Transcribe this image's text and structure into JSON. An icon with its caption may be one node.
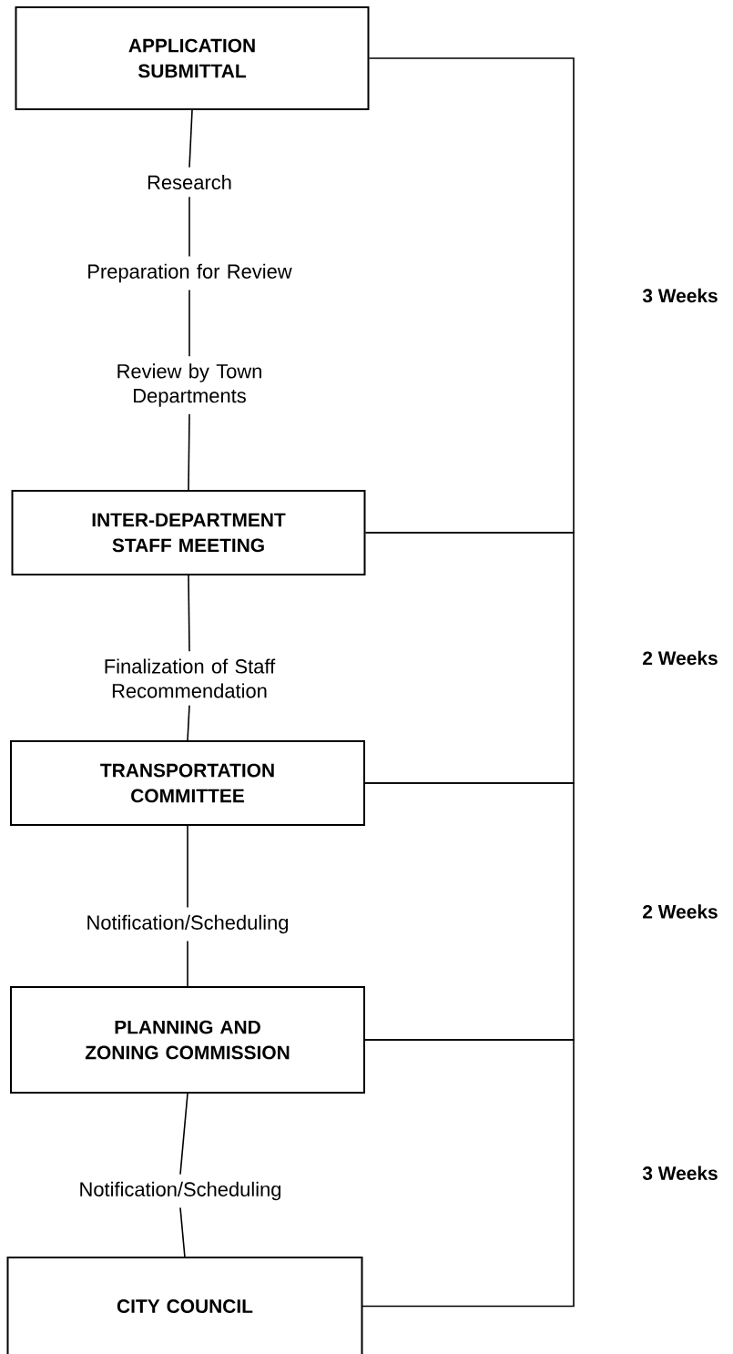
{
  "diagram": {
    "nodes": [
      {
        "text": [
          "APPLICATION SUBMITTAL"
        ]
      },
      {
        "text": [
          "Research"
        ]
      },
      {
        "text": [
          "Preparation for Review"
        ]
      },
      {
        "text": [
          "Review by Town Departments"
        ]
      },
      {
        "text": [
          "INTER-DEPARTMENT STAFF MEETING"
        ]
      },
      {
        "text": [
          "Finalization of Staff Recommendation"
        ]
      },
      {
        "text": [
          "TRANSPORTATION COMMITTEE"
        ]
      },
      {
        "text": [
          "Notification/Scheduling"
        ]
      },
      {
        "text": [
          "PLANNING AND ZONING COMMISSION"
        ]
      },
      {
        "text": [
          "Notification/Scheduling"
        ]
      },
      {
        "text": [
          "CITY COUNCIL"
        ]
      }
    ],
    "edges": [
      {
        "from": 0,
        "to": 1,
        "arrow": "none"
      },
      {
        "from": 1,
        "to": 2,
        "arrow": "none"
      },
      {
        "from": 2,
        "to": 3,
        "arrow": "none"
      },
      {
        "from": 3,
        "to": 4,
        "arrow": "none"
      },
      {
        "from": 4,
        "to": 5,
        "arrow": "none"
      },
      {
        "from": 5,
        "to": 6,
        "arrow": "none"
      },
      {
        "from": 6,
        "to": 7,
        "arrow": "none"
      },
      {
        "from": 7,
        "to": 8,
        "arrow": "none"
      },
      {
        "from": 8,
        "to": 9,
        "arrow": "none"
      },
      {
        "from": 9,
        "to": 10,
        "arrow": "none"
      },
      {
        "from": 0,
        "to": 4,
        "arrow": "none",
        "label": "3 Weeks"
      },
      {
        "from": 4,
        "to": 6,
        "arrow": "none",
        "label": "2 Weeks"
      },
      {
        "from": 6,
        "to": 8,
        "arrow": "none",
        "label": "2 Weeks"
      },
      {
        "from": 8,
        "to": 10,
        "arrow": "none",
        "label": "3 Weeks"
      }
    ]
  }
}
